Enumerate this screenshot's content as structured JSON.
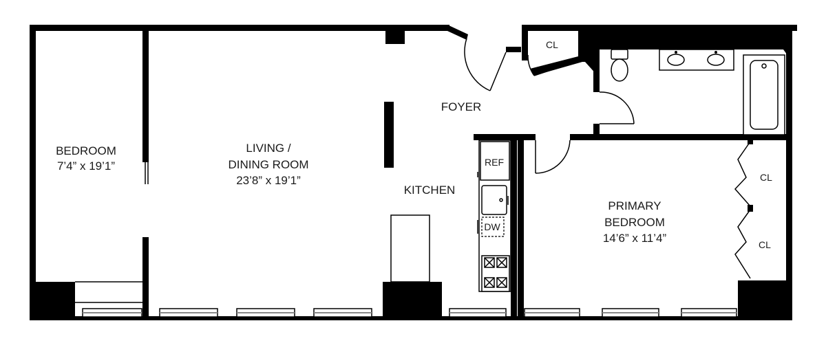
{
  "rooms": {
    "bedroom": {
      "name": "BEDROOM",
      "dims": "7’4” x 19’1”"
    },
    "living": {
      "name_line1": "LIVING /",
      "name_line2": "DINING ROOM",
      "dims": "23’8” x 19’1”"
    },
    "foyer": {
      "name": "FOYER"
    },
    "kitchen": {
      "name": "KITCHEN"
    },
    "primary": {
      "name_line1": "PRIMARY",
      "name_line2": "BEDROOM",
      "dims": "14’6” x 11’4”"
    }
  },
  "closets": {
    "foyer_closet": "CL",
    "primary_closet_1": "CL",
    "primary_closet_2": "CL"
  },
  "appliances": {
    "refrigerator": "REF",
    "dishwasher": "DW"
  },
  "colors": {
    "walls": "#000000",
    "background": "#ffffff",
    "window": "#888888"
  }
}
